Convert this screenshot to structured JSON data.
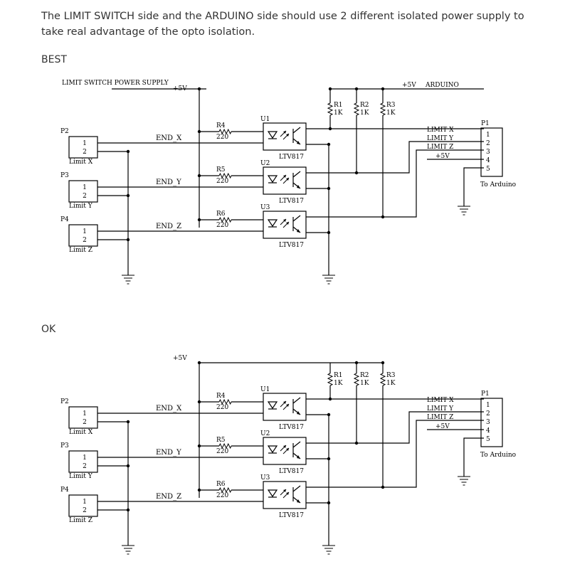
{
  "intro_text": "The LIMIT SWITCH side and the ARDUINO side should use 2 different isolated power supply to take real advantage of the opto isolation.",
  "section_best": "BEST",
  "section_ok": "OK",
  "schematic": {
    "limit_supply_label": "LIMIT SWITCH POWER SUPPLY",
    "vcc": "+5V",
    "arduino_label": "ARDUINO",
    "pullups": [
      {
        "ref": "R1",
        "value": "1K"
      },
      {
        "ref": "R2",
        "value": "1K"
      },
      {
        "ref": "R3",
        "value": "1K"
      }
    ],
    "channels": [
      {
        "conn": "P2",
        "sw": "Limit X",
        "net": "END_X",
        "res": "R4",
        "res_val": "220",
        "opto": "U1",
        "opto_part": "LTV817",
        "out": "LIMIT X"
      },
      {
        "conn": "P3",
        "sw": "Limit Y",
        "net": "END_Y",
        "res": "R5",
        "res_val": "220",
        "opto": "U2",
        "opto_part": "LTV817",
        "out": "LIMIT Y"
      },
      {
        "conn": "P4",
        "sw": "Limit Z",
        "net": "END_Z",
        "res": "R6",
        "res_val": "220",
        "opto": "U3",
        "opto_part": "LTV817",
        "out": "LIMIT Z"
      }
    ],
    "pin1": "1",
    "pin2": "2",
    "out_conn": "P1",
    "out_conn_pins": [
      "1",
      "2",
      "3",
      "4",
      "5"
    ],
    "out_vcc": "+5V",
    "to_arduino": "To Arduino"
  }
}
